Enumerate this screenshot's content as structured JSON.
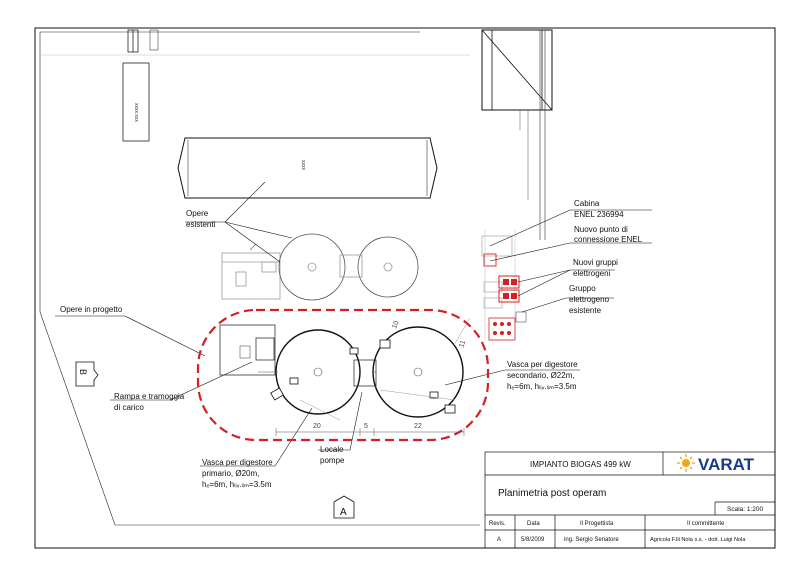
{
  "labels": {
    "cabina_1": "Cabina",
    "cabina_2": "ENEL 236994",
    "punto_1": "Nuovo punto di",
    "punto_2": "connessione ENEL",
    "nuovi_1": "Nuovi gruppi",
    "nuovi_2": "elettrogeni",
    "gruppo_1": "Gruppo",
    "gruppo_2": "elettrogeno",
    "gruppo_3": "esistente",
    "opere_esistenti_1": "Opere",
    "opere_esistenti_2": "esistenti",
    "opere_progetto": "Opere in progetto",
    "rampa_1": "Rampa e tramoggia",
    "rampa_2": "di carico",
    "vasca_sec_1": "Vasca per digestore",
    "vasca_sec_2": "secondario, Ø22m,",
    "vasca_sec_3": "hₑ=6m, hₗᵢᵥ.ₗᵢₘ=3.5m",
    "vasca_pri_1": "Vasca per digestore",
    "vasca_pri_2": "primario, Ø20m,",
    "vasca_pri_3": "hₑ=6m, hₗᵢᵥ.ₗᵢₘ=3.5m",
    "locale_1": "Locale",
    "locale_2": "pompe",
    "section_b": "B",
    "section_a": "A",
    "dim_20": "20",
    "dim_5": "5",
    "dim_22": "22",
    "dim_10": "10",
    "dim_11": "11"
  },
  "title_block": {
    "project": "IMPIANTO BIOGAS 499 kW",
    "logo": "VARAT",
    "drawing_title": "Planimetria post operam",
    "scale": "Scala: 1:200",
    "headers": [
      "Revis.",
      "Data",
      "Il Progettista",
      "Il committente"
    ],
    "row": [
      "A",
      "5/8/2009",
      "ing. Sergio Senatore",
      "Agricola F.lli Nola s.s. - dott. Luigi Nola"
    ]
  },
  "colors": {
    "outline": "#111111",
    "grey": "#9a9a9a",
    "red": "#d42020",
    "logo_blue": "#1b3a8c",
    "logo_sun": "#f2a516"
  }
}
